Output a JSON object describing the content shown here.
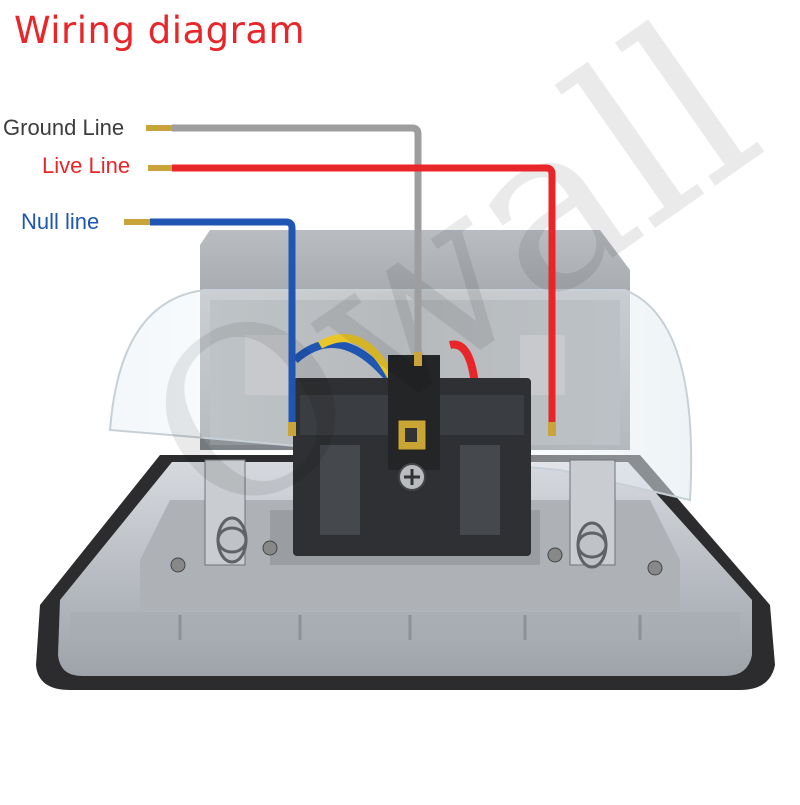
{
  "title": "Wiring diagram",
  "labels": {
    "ground": "Ground Line",
    "live": "Live Line",
    "null": "Null line"
  },
  "watermark": "Owall",
  "colors": {
    "title": "#e8262a",
    "ground_wire": "#9e9e9e",
    "live_wire": "#e8262a",
    "null_wire": "#1f56b3",
    "terminal_brass": "#c8a43a"
  }
}
